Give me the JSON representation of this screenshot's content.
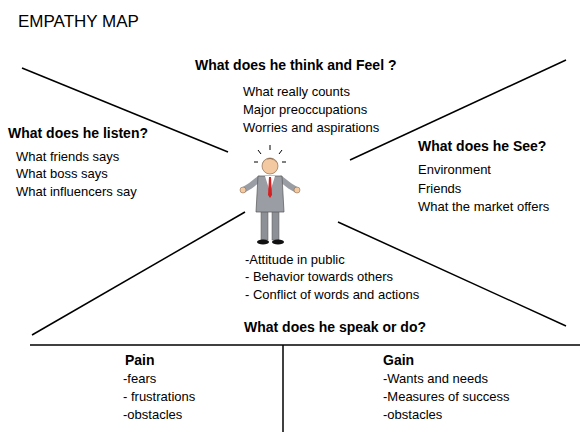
{
  "diagram": {
    "title": "EMPATHY MAP",
    "nodes": [
      {
        "text": [
          "What does he think and Feel ?",
          "What really counts",
          "Major preoccupations",
          "Worries and aspirations"
        ]
      },
      {
        "text": [
          "What does he listen?",
          "What friends says",
          "What boss says",
          "What influencers say"
        ]
      },
      {
        "text": [
          "What does he See?",
          "Environment",
          "Friends",
          "What the market offers"
        ]
      },
      {
        "text": [
          "-Attitude in public",
          "- Behavior towards others",
          "- Conflict of words and actions",
          "What does he speak or do?"
        ]
      },
      {
        "text": [
          "Pain",
          "-fears",
          "- frustrations",
          "-obstacles"
        ]
      },
      {
        "text": [
          "Gain",
          "-Wants and needs",
          "-Measures of success",
          "-obstacles"
        ]
      }
    ]
  }
}
